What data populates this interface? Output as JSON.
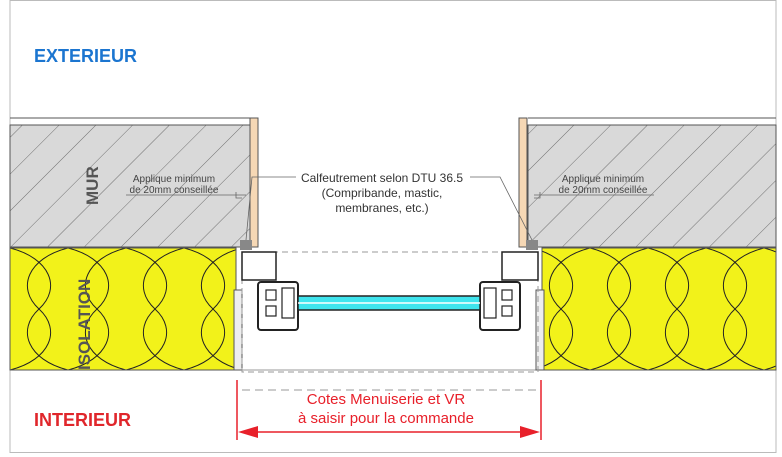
{
  "labels": {
    "exterior": "EXTERIEUR",
    "interior": "INTERIEUR",
    "wall": "MUR",
    "insulation": "ISOLATION"
  },
  "annotations": {
    "sealing": [
      "Calfeutrement selon DTU 36.5",
      "(Compribande, mastic,",
      "membranes, etc.)"
    ],
    "applique_left": [
      "Applique minimum",
      "de 20mm conseillée"
    ],
    "applique_right": [
      "Applique minimum",
      "de 20mm conseillée"
    ],
    "dimension": [
      "Cotes Menuiserie et VR",
      "à saisir pour la commande"
    ]
  },
  "colors": {
    "title_blue": "#1b75d0",
    "interior_red": "#e0262b",
    "insulation_yellow": "#f2f21a",
    "wall_grey": "#d9d9d9",
    "frame_wood": "#f6d8b5",
    "glass_cyan": "#3fe4ee",
    "dimension_red": "#e8202a"
  },
  "icons": [
    "hatch-pattern",
    "insulation-wave-pattern",
    "window-profile",
    "arrow-both"
  ]
}
